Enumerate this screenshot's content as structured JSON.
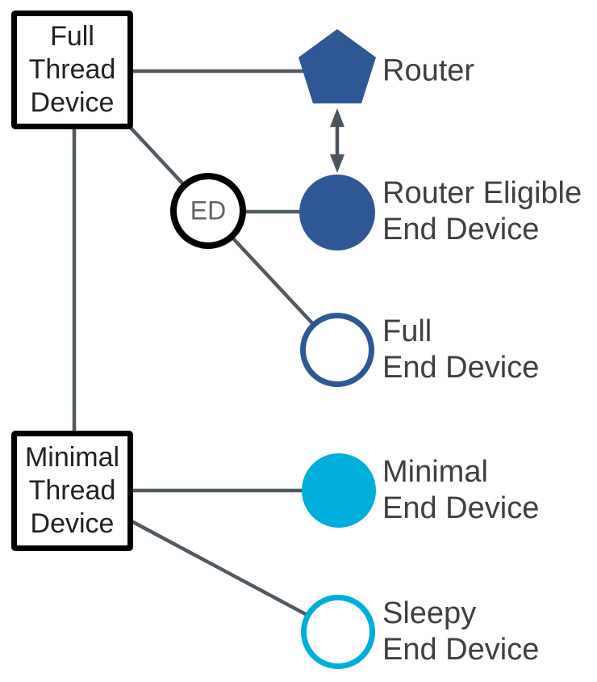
{
  "colors": {
    "blue": "#2d5795",
    "cyan": "#00aedb",
    "wire": "#515a61",
    "arrow": "#4d545b",
    "label_text": "#3c4043",
    "box_text": "#202124",
    "ed_text": "#5f6368",
    "box_border": "#000000",
    "background": "#ffffff"
  },
  "nodes": {
    "full_thread_device": {
      "label": "Full\nThread\nDevice",
      "shape": "black-outlined-square"
    },
    "minimal_thread_device": {
      "label": "Minimal\nThread\nDevice",
      "shape": "black-outlined-square"
    },
    "ed": {
      "label": "ED",
      "shape": "black-outlined-circle"
    },
    "router": {
      "label": "Router",
      "shape": "blue-pentagon"
    },
    "router_eligible_end_device": {
      "label": "Router Eligible\nEnd Device",
      "shape": "blue-filled-circle"
    },
    "full_end_device": {
      "label": "Full\nEnd Device",
      "shape": "blue-outlined-circle"
    },
    "minimal_end_device": {
      "label": "Minimal\nEnd Device",
      "shape": "cyan-filled-circle"
    },
    "sleepy_end_device": {
      "label": "Sleepy\nEnd Device",
      "shape": "cyan-outlined-circle"
    }
  },
  "edges": [
    {
      "from": "full_thread_device",
      "to": "router",
      "style": "line"
    },
    {
      "from": "full_thread_device",
      "to": "minimal_thread_device",
      "style": "line"
    },
    {
      "from": "full_thread_device",
      "to": "ed",
      "style": "line"
    },
    {
      "from": "ed",
      "to": "router_eligible_end_device",
      "style": "line"
    },
    {
      "from": "ed",
      "to": "full_end_device",
      "style": "line"
    },
    {
      "from": "minimal_thread_device",
      "to": "minimal_end_device",
      "style": "line"
    },
    {
      "from": "minimal_thread_device",
      "to": "sleepy_end_device",
      "style": "line"
    },
    {
      "from": "router",
      "to": "router_eligible_end_device",
      "style": "double-arrow"
    }
  ]
}
